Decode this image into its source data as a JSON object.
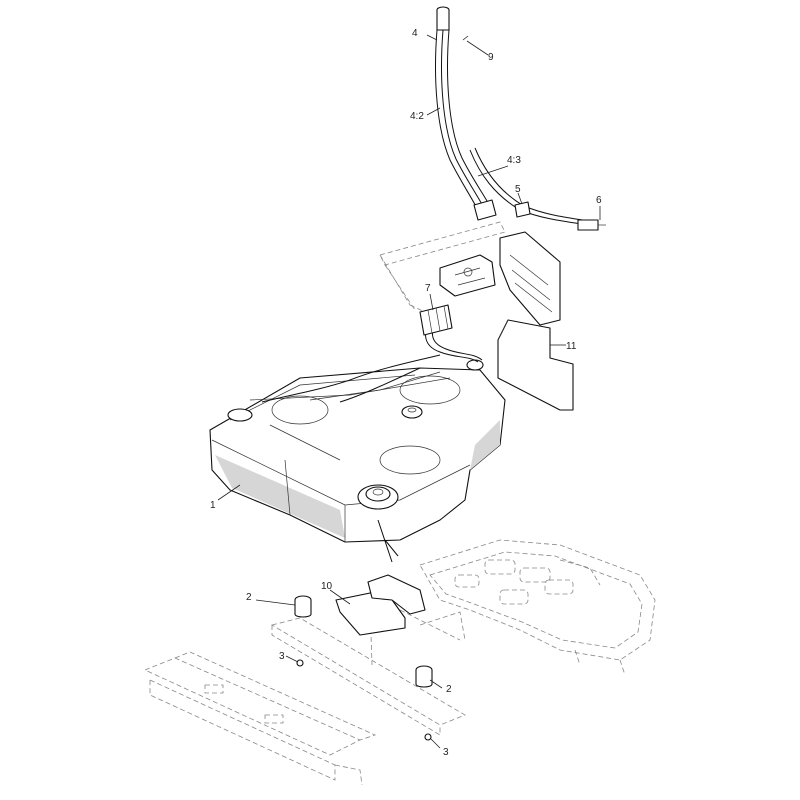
{
  "diagram": {
    "callouts": {
      "c1": "1",
      "c2a": "2",
      "c2b": "2",
      "c3a": "3",
      "c3b": "3",
      "c4": "4",
      "c4_2": "4:2",
      "c4_3": "4:3",
      "c5": "5",
      "c6": "6",
      "c7": "7",
      "c9": "9",
      "c10": "10",
      "c11": "11"
    }
  }
}
